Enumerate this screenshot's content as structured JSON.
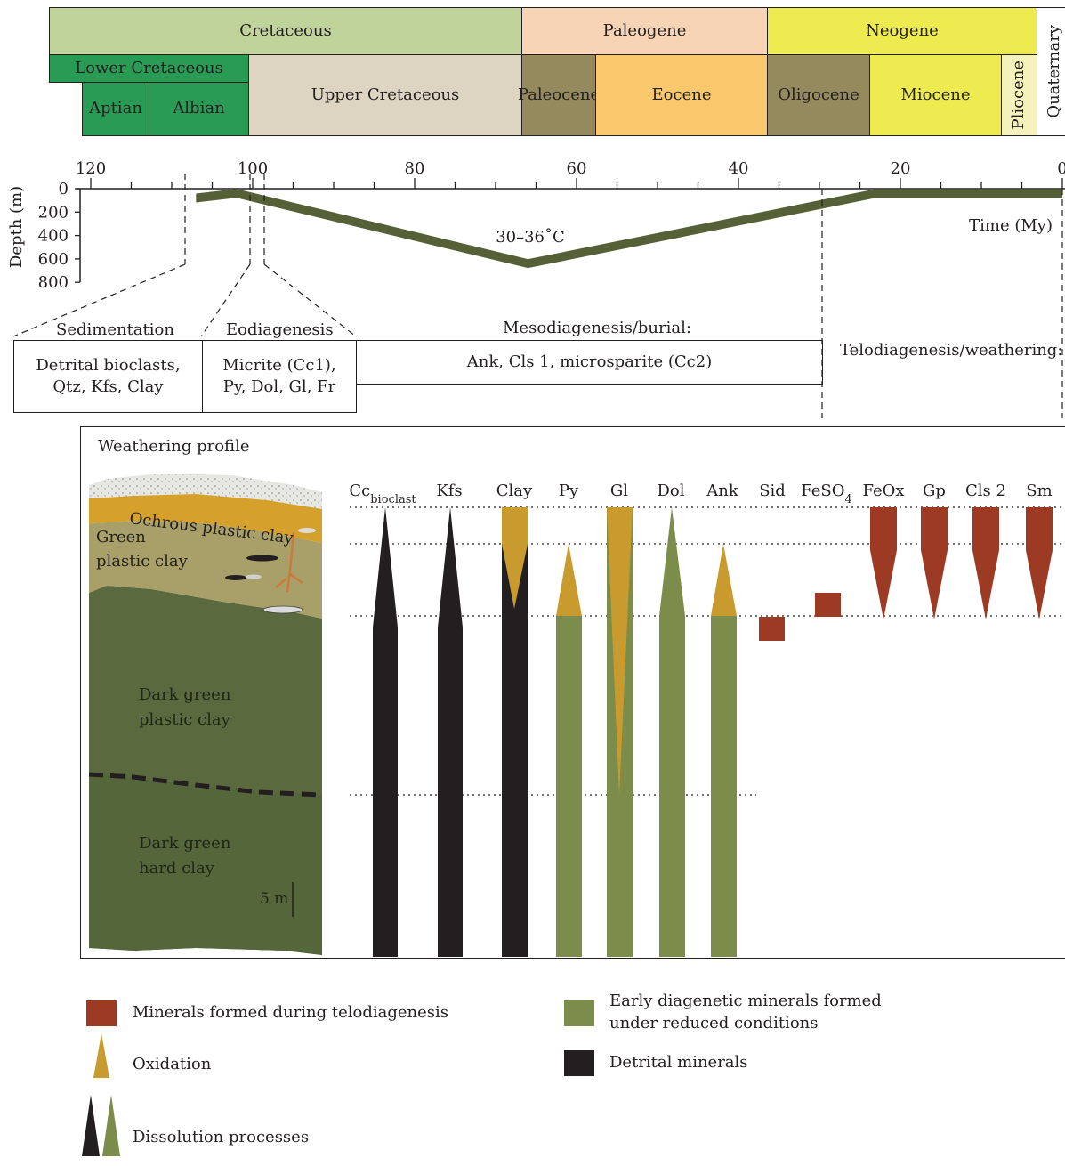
{
  "timescale": {
    "periods": [
      {
        "label": "Cretaceous",
        "color": "#bfd39b"
      },
      {
        "label": "Paleogene",
        "color": "#f7d4b5"
      },
      {
        "label": "Neogene",
        "color": "#edeb50"
      },
      {
        "label": "Quaternary",
        "color": "#ffffff"
      }
    ],
    "epochs": [
      {
        "label": "Lower Cretaceous",
        "color": "#2a9b55"
      },
      {
        "label": "Aptian",
        "color": "#2a9b55"
      },
      {
        "label": "Albian",
        "color": "#2a9b55"
      },
      {
        "label": "Upper Cretaceous",
        "color": "#ddd5c1"
      },
      {
        "label": "Paleocene",
        "color": "#958a5e"
      },
      {
        "label": "Eocene",
        "color": "#f9c86c"
      },
      {
        "label": "Oligocene",
        "color": "#958a5e"
      },
      {
        "label": "Miocene",
        "color": "#edeb50"
      },
      {
        "label": "Pliocene",
        "color": "#f6f2bd"
      }
    ]
  },
  "burial_chart": {
    "time_ticks": [
      "120",
      "100",
      "80",
      "60",
      "40",
      "20",
      "0"
    ],
    "depth_ticks": [
      "0",
      "200",
      "400",
      "600",
      "800"
    ],
    "depth_label": "Depth (m)",
    "time_label": "Time (My)",
    "temperature_label": "30–36˚C",
    "curve": [
      {
        "time_my": 107,
        "depth_m": 80
      },
      {
        "time_my": 102,
        "depth_m": 40
      },
      {
        "time_my": 66,
        "depth_m": 640
      },
      {
        "time_my": 23,
        "depth_m": 40
      },
      {
        "time_my": 0,
        "depth_m": 40
      }
    ],
    "curve_color": "#556036"
  },
  "stages": {
    "sedimentation": {
      "title": "Sedimentation",
      "text": "Detrital bioclasts,\nQtz, Kfs, Clay"
    },
    "eodiagenesis": {
      "title": "Eodiagenesis",
      "text": "Micrite (Cc1),\nPy, Dol, Gl, Fr"
    },
    "mesodiagenesis": {
      "title": "Mesodiagenesis/burial:",
      "text": "Ank, Cls 1, microsparite (Cc2)"
    },
    "telodiagenesis": {
      "title": "Telodiagenesis/weathering:"
    }
  },
  "profile": {
    "title": "Weathering profile",
    "layers": [
      {
        "label": "Ochrous plastic clay"
      },
      {
        "label": "Green\nplastic clay"
      },
      {
        "label": "Dark green\nplastic clay"
      },
      {
        "label": "Dark green\nhard clay"
      }
    ],
    "scale": "5 m"
  },
  "minerals": [
    {
      "label": "Cc",
      "sub": "bioclast"
    },
    {
      "label": "Kfs"
    },
    {
      "label": "Clay"
    },
    {
      "label": "Py"
    },
    {
      "label": "Gl"
    },
    {
      "label": "Dol"
    },
    {
      "label": "Ank"
    },
    {
      "label": "Sid"
    },
    {
      "label": "FeSO",
      "sub": "4"
    },
    {
      "label": "FeOx"
    },
    {
      "label": "Gp"
    },
    {
      "label": "Cls 2"
    },
    {
      "label": "Sm"
    }
  ],
  "colors": {
    "telodiagenesis": "#9c3a23",
    "oxidation": "#c99a2e",
    "early_diagenetic": "#7c8c4a",
    "detrital": "#231f20"
  },
  "legend": [
    {
      "key": "telodiagenesis",
      "text": "Minerals formed during telodiagenesis"
    },
    {
      "key": "oxidation",
      "text": "Oxidation"
    },
    {
      "key": "dissolution",
      "text": "Dissolution processes"
    },
    {
      "key": "early_diagenetic",
      "text": "Early diagenetic minerals formed\nunder reduced conditions"
    },
    {
      "key": "detrital",
      "text": "Detrital minerals"
    }
  ]
}
